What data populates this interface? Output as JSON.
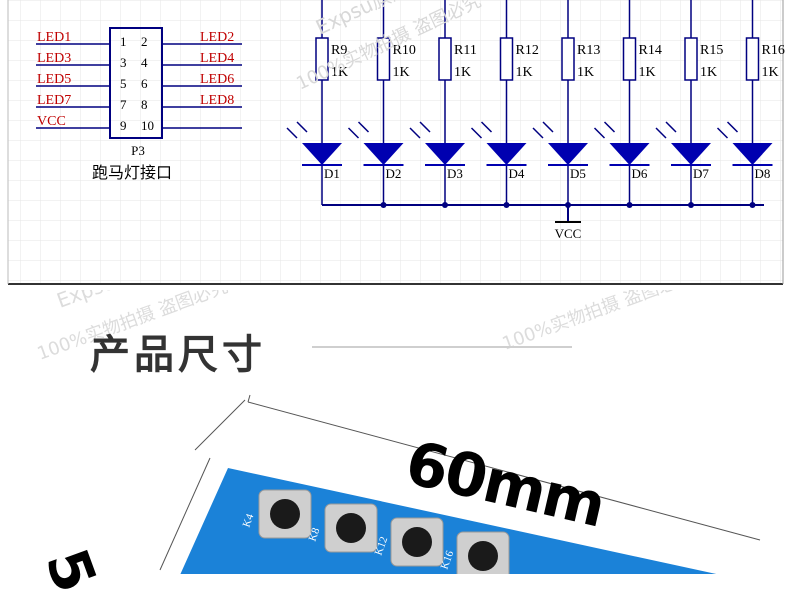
{
  "connector": {
    "left_pins": [
      "LED1",
      "LED3",
      "LED5",
      "LED7",
      "VCC"
    ],
    "right_pins": [
      "LED2",
      "LED4",
      "LED6",
      "LED8"
    ],
    "pin_numbers_left": [
      "1",
      "3",
      "5",
      "7",
      "9"
    ],
    "pin_numbers_right": [
      "2",
      "4",
      "6",
      "8",
      "10"
    ],
    "designator": "P3",
    "caption": "跑马灯接口"
  },
  "resistors": [
    {
      "name": "R9",
      "value": "1K"
    },
    {
      "name": "R10",
      "value": "1K"
    },
    {
      "name": "R11",
      "value": "1K"
    },
    {
      "name": "R12",
      "value": "1K"
    },
    {
      "name": "R13",
      "value": "1K"
    },
    {
      "name": "R14",
      "value": "1K"
    },
    {
      "name": "R15",
      "value": "1K"
    },
    {
      "name": "R16",
      "value": "1K"
    }
  ],
  "diodes": [
    "D1",
    "D2",
    "D3",
    "D4",
    "D5",
    "D6",
    "D7",
    "D8"
  ],
  "supply_label": "VCC",
  "watermark": [
    "Expsu旗舰店",
    "100%实物拍摄 盗图必究"
  ],
  "section_title": "产品尺寸",
  "dimensions": {
    "width_label": "60mm",
    "height_label": "5"
  },
  "board_keys": [
    "K4",
    "K8",
    "K12",
    "K16"
  ],
  "colors": {
    "grid": "#e6e6e6",
    "wire": "#000080",
    "led_fill": "#0000b0",
    "label_red": "#c00000",
    "board": "#1a7fd6"
  }
}
